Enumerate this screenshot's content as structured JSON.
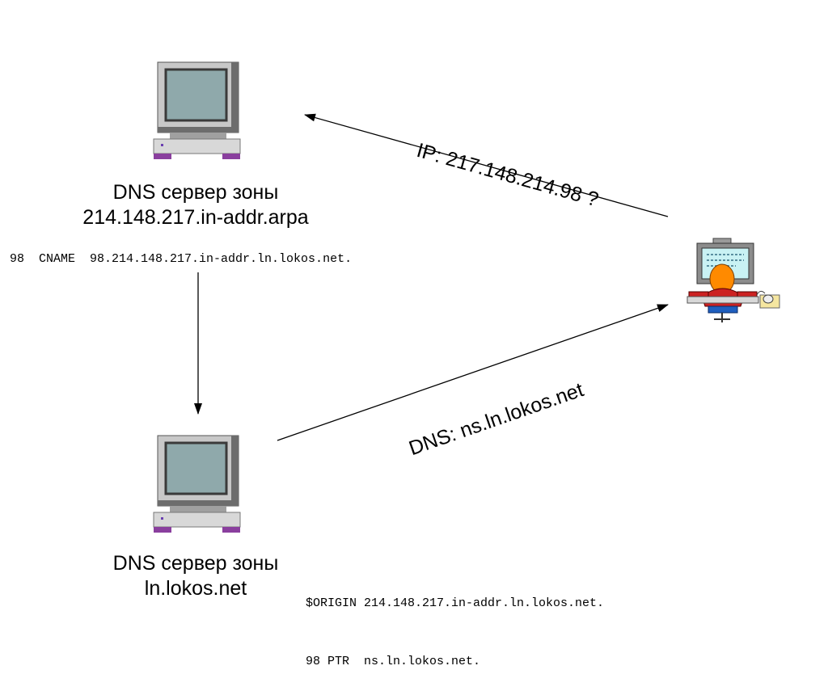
{
  "top_server": {
    "title_line1": "DNS сервер зоны",
    "title_line2": "214.148.217.in-addr.arpa",
    "record": "98  CNAME  98.214.148.217.in-addr.ln.lokos.net."
  },
  "bottom_server": {
    "title_line1": "DNS сервер зоны",
    "title_line2": "ln.lokos.net",
    "records": [
      "$ORIGIN 214.148.217.in-addr.ln.lokos.net.",
      "98 PTR  ns.ln.lokos.net."
    ]
  },
  "query_arrow_label": "IP: 217.148.214.98 ?",
  "answer_arrow_label": "DNS: ns.ln.lokos.net",
  "colors": {
    "screen": "#8fa9ab",
    "monitor_body": "#c8c8c8",
    "base_stripe": "#8a3f9e",
    "user_hair": "#ff8a00",
    "user_shirt": "#cc2222"
  }
}
